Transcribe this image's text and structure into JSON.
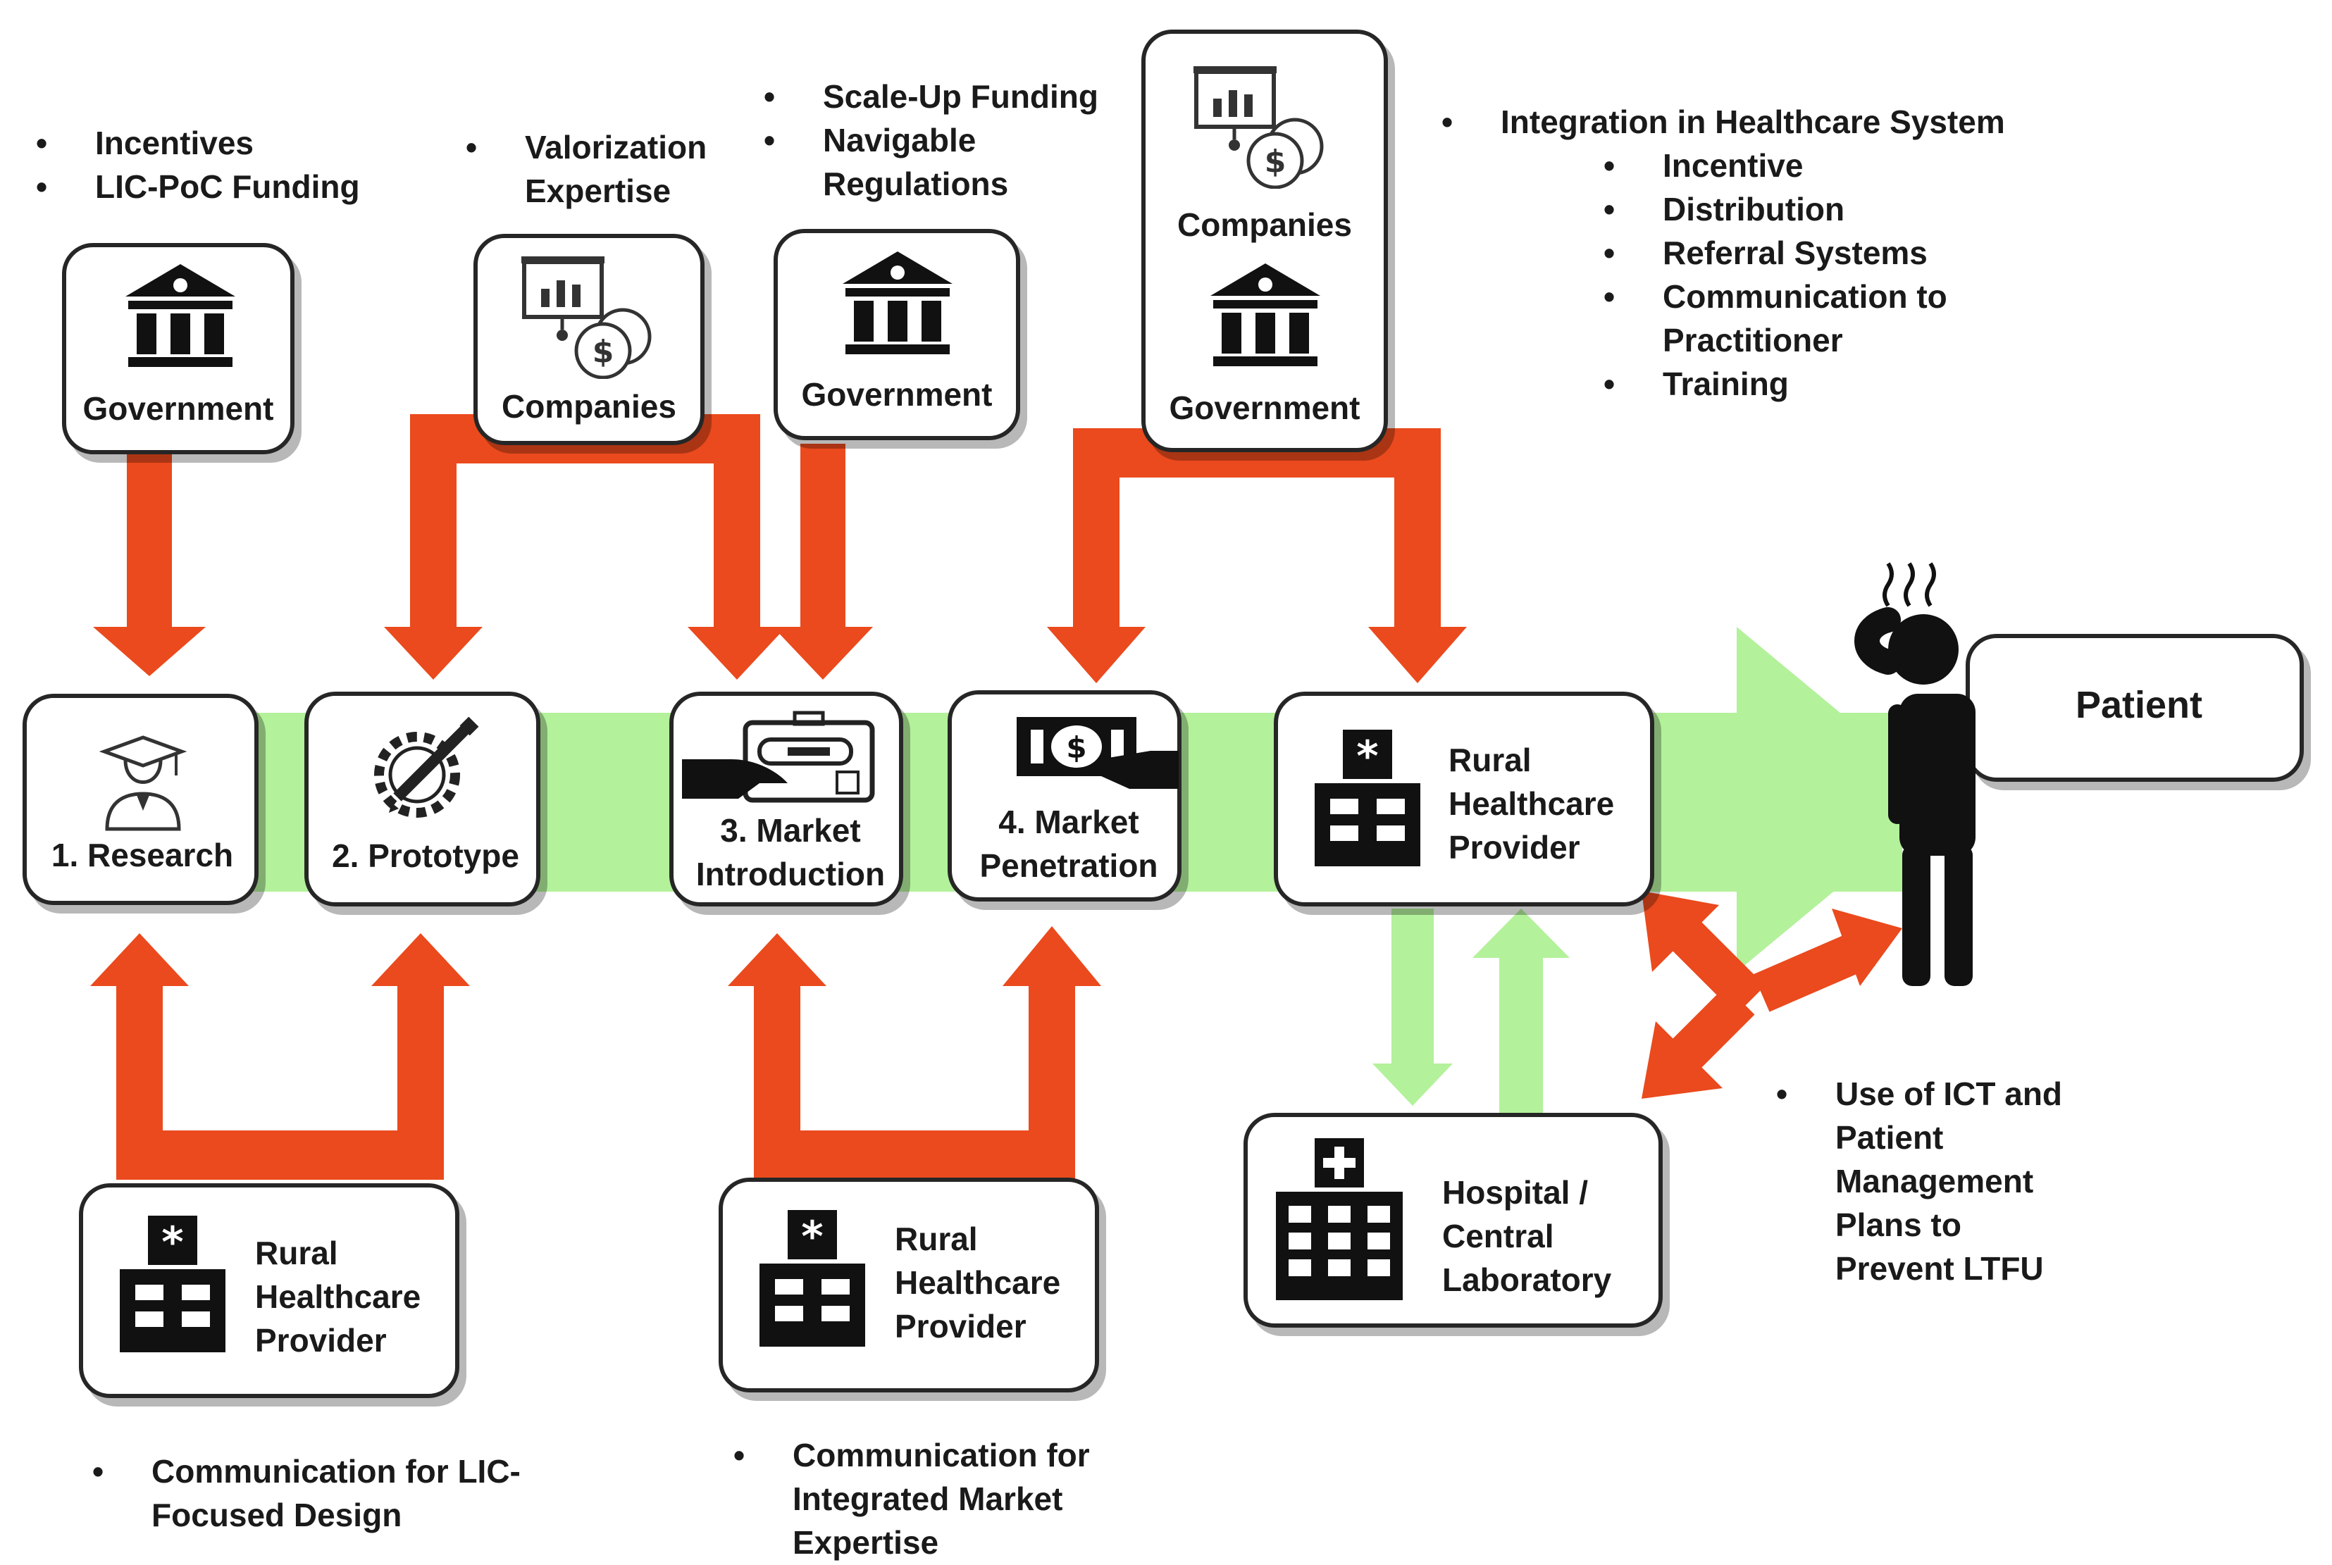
{
  "colors": {
    "flow": "#b3f19b",
    "arrow": "#ea4a1d",
    "ink": "#1a1a1a"
  },
  "stages": {
    "research": "1. Research",
    "prototype": "2. Prototype",
    "market_intro": [
      "3. Market",
      "Introduction"
    ],
    "market_pen": [
      "4. Market",
      "Penetration"
    ],
    "rural_top": [
      "Rural",
      "Healthcare",
      "Provider"
    ]
  },
  "actors": {
    "gov1": "Government",
    "companies1": "Companies",
    "gov2": "Government",
    "companies2": "Companies",
    "gov3": "Government",
    "rural_bl": [
      "Rural",
      "Healthcare",
      "Provider"
    ],
    "rural_bm": [
      "Rural",
      "Healthcare",
      "Provider"
    ],
    "hospital": [
      "Hospital /",
      "Central",
      "Laboratory"
    ],
    "patient": "Patient"
  },
  "notes": {
    "gov1": [
      "Incentives",
      "LIC-PoC Funding"
    ],
    "companies1": [
      "Valorization",
      "Expertise"
    ],
    "gov2": [
      "Scale-Up Funding",
      "Navigable",
      "Regulations"
    ],
    "integration": {
      "head": "Integration in Healthcare System",
      "items": [
        "Incentive",
        "Distribution",
        "Referral Systems",
        "Communication to",
        "Practitioner",
        "Training"
      ]
    },
    "rural_bl": [
      "Communication for LIC-",
      "Focused Design"
    ],
    "rural_bm": [
      "Communication for",
      "Integrated Market",
      "Expertise"
    ],
    "ict": [
      "Use of ICT and",
      "Patient",
      "Management",
      "Plans to",
      "Prevent LTFU"
    ]
  },
  "icons": {
    "research": "graduate-icon",
    "prototype": "gear-pencil-icon",
    "market_intro": "hand-test-kit-icon",
    "market_pen": "hand-money-icon",
    "government": "government-building-icon",
    "companies": "chart-dollar-icon",
    "hospital": "hospital-building-icon",
    "patient": "patient-figure-icon"
  }
}
